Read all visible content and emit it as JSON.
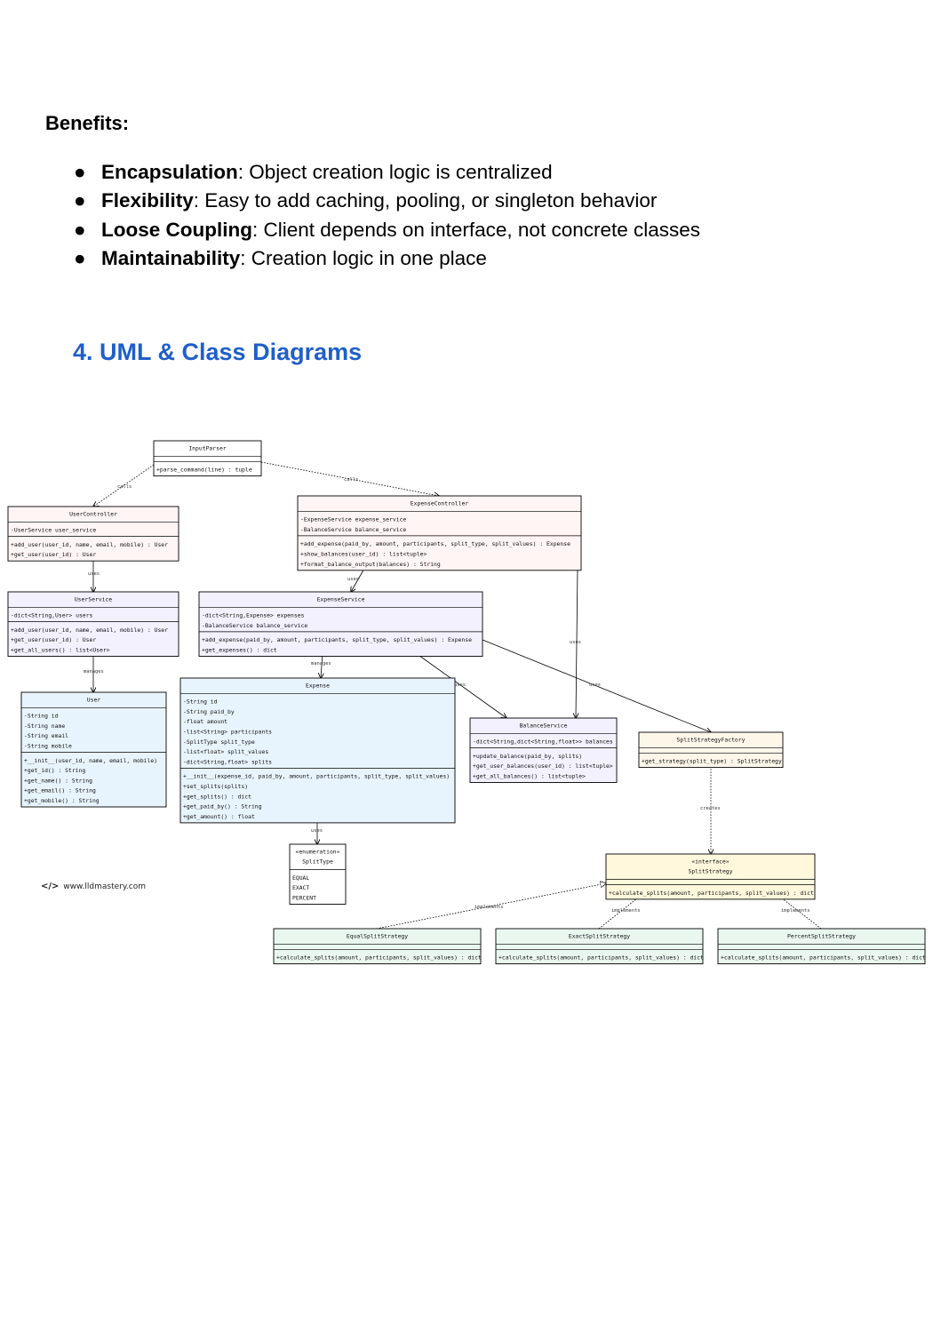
{
  "benefits": {
    "title": "Benefits:",
    "items": [
      {
        "term": "Encapsulation",
        "desc": ": Object creation logic is centralized"
      },
      {
        "term": "Flexibility",
        "desc": ": Easy to add caching, pooling, or singleton behavior"
      },
      {
        "term": "Loose Coupling",
        "desc": ": Client depends on interface, not concrete classes"
      },
      {
        "term": "Maintainability",
        "desc": ": Creation logic in one place"
      }
    ]
  },
  "section": {
    "heading": "4. UML & Class Diagrams"
  },
  "diagram": {
    "watermark": "www.lldmastery.com",
    "classes": {
      "input_parser": {
        "name": "InputParser",
        "methods": [
          "+parse_command(line) : tuple"
        ]
      },
      "user_controller": {
        "name": "UserController",
        "attributes": [
          "-UserService user_service"
        ],
        "methods": [
          "+add_user(user_id, name, email, mobile) : User",
          "+get_user(user_id) : User"
        ]
      },
      "expense_controller": {
        "name": "ExpenseController",
        "attributes": [
          "-ExpenseService expense_service",
          "-BalanceService balance_service"
        ],
        "methods": [
          "+add_expense(paid_by, amount, participants, split_type, split_values) : Expense",
          "+show_balances(user_id) : list<tuple>",
          "+format_balance_output(balances) : String"
        ]
      },
      "user_service": {
        "name": "UserService",
        "attributes": [
          "-dict<String,User> users"
        ],
        "methods": [
          "+add_user(user_id, name, email, mobile) : User",
          "+get_user(user_id) : User",
          "+get_all_users() : list<User>"
        ]
      },
      "expense_service": {
        "name": "ExpenseService",
        "attributes": [
          "-dict<String,Expense> expenses",
          "-BalanceService balance_service"
        ],
        "methods": [
          "+add_expense(paid_by, amount, participants, split_type, split_values) : Expense",
          "+get_expenses() : dict"
        ]
      },
      "user": {
        "name": "User",
        "attributes": [
          "-String id",
          "-String name",
          "-String email",
          "-String mobile"
        ],
        "methods": [
          "+__init__(user_id, name, email, mobile)",
          "+get_id() : String",
          "+get_name() : String",
          "+get_email() : String",
          "+get_mobile() : String"
        ]
      },
      "expense": {
        "name": "Expense",
        "attributes": [
          "-String id",
          "-String paid_by",
          "-float amount",
          "-list<String> participants",
          "-SplitType split_type",
          "-list<float> split_values",
          "-dict<String,float> splits"
        ],
        "methods": [
          "+__init__(expense_id, paid_by, amount, participants, split_type, split_values)",
          "+set_splits(splits)",
          "+get_splits() : dict",
          "+get_paid_by() : String",
          "+get_amount() : float"
        ]
      },
      "balance_service": {
        "name": "BalanceService",
        "attributes": [
          "-dict<String,dict<String,float>> balances"
        ],
        "methods": [
          "+update_balance(paid_by, splits)",
          "+get_user_balances(user_id) : list<tuple>",
          "+get_all_balances() : list<tuple>"
        ]
      },
      "split_strategy_factory": {
        "name": "SplitStrategyFactory",
        "methods": [
          "+get_strategy(split_type) : SplitStrategy"
        ]
      },
      "split_type": {
        "stereotype": "«enumeration»",
        "name": "SplitType",
        "values": [
          "EQUAL",
          "EXACT",
          "PERCENT"
        ]
      },
      "split_strategy": {
        "stereotype": "«interface»",
        "name": "SplitStrategy",
        "methods": [
          "+calculate_splits(amount, participants, split_values) : dict"
        ]
      },
      "equal_split_strategy": {
        "name": "EqualSplitStrategy",
        "methods": [
          "+calculate_splits(amount, participants, split_values) : dict"
        ]
      },
      "exact_split_strategy": {
        "name": "ExactSplitStrategy",
        "methods": [
          "+calculate_splits(amount, participants, split_values) : dict"
        ]
      },
      "percent_split_strategy": {
        "name": "PercentSplitStrategy",
        "methods": [
          "+calculate_splits(amount, participants, split_values) : dict"
        ]
      }
    },
    "relations": {
      "calls_user_controller": "calls",
      "calls_expense_controller": "calls",
      "uses_user_service": "uses",
      "uses_expense_service": "uses",
      "uses_balance_from_controller": "uses",
      "manages_user": "manages",
      "manages_expense": "manages",
      "uses_balance_from_service": "uses",
      "uses_factory": "uses",
      "uses_split_type": "uses",
      "creates": "creates",
      "implements_equal": "implements",
      "implements_exact": "implements",
      "implements_percent": "implements"
    },
    "colors": {
      "controller": "#fff5f5",
      "service": "#f3f1fd",
      "entity": "#e8f4fd",
      "factory": "#fff6ea",
      "interface": "#fff8dd",
      "strategy": "#eaf7ef",
      "enumeration": "#ffffff"
    }
  }
}
